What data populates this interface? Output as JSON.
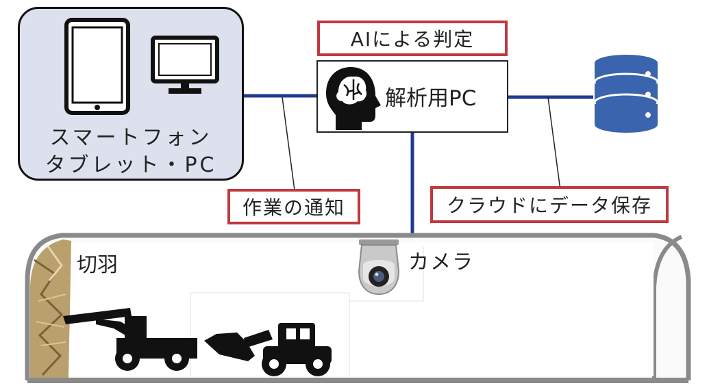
{
  "devices": {
    "label_line1": "スマートフォン",
    "label_line2": "タブレット・PC"
  },
  "labels": {
    "ai_judgement": "AIによる判定",
    "analysis_pc": "解析用PC",
    "work_notification": "作業の通知",
    "cloud_save": "クラウドにデータ保存",
    "tunnel_face": "切羽",
    "camera": "カメラ"
  },
  "colors": {
    "devices_bg": "#dde1ee",
    "red_border": "#c0393f",
    "network_line": "#1f3b8f",
    "database": "#3a64ad",
    "tunnel_wall": "#888888",
    "rock_face": "#b9a06c"
  },
  "icons": {
    "tablet": "tablet-icon",
    "monitor": "monitor-icon",
    "brain_head": "brain-head-icon",
    "database": "database-icon",
    "camera": "dome-camera-icon",
    "drill_jumbo": "drill-jumbo-icon",
    "wheel_loader": "wheel-loader-icon"
  }
}
